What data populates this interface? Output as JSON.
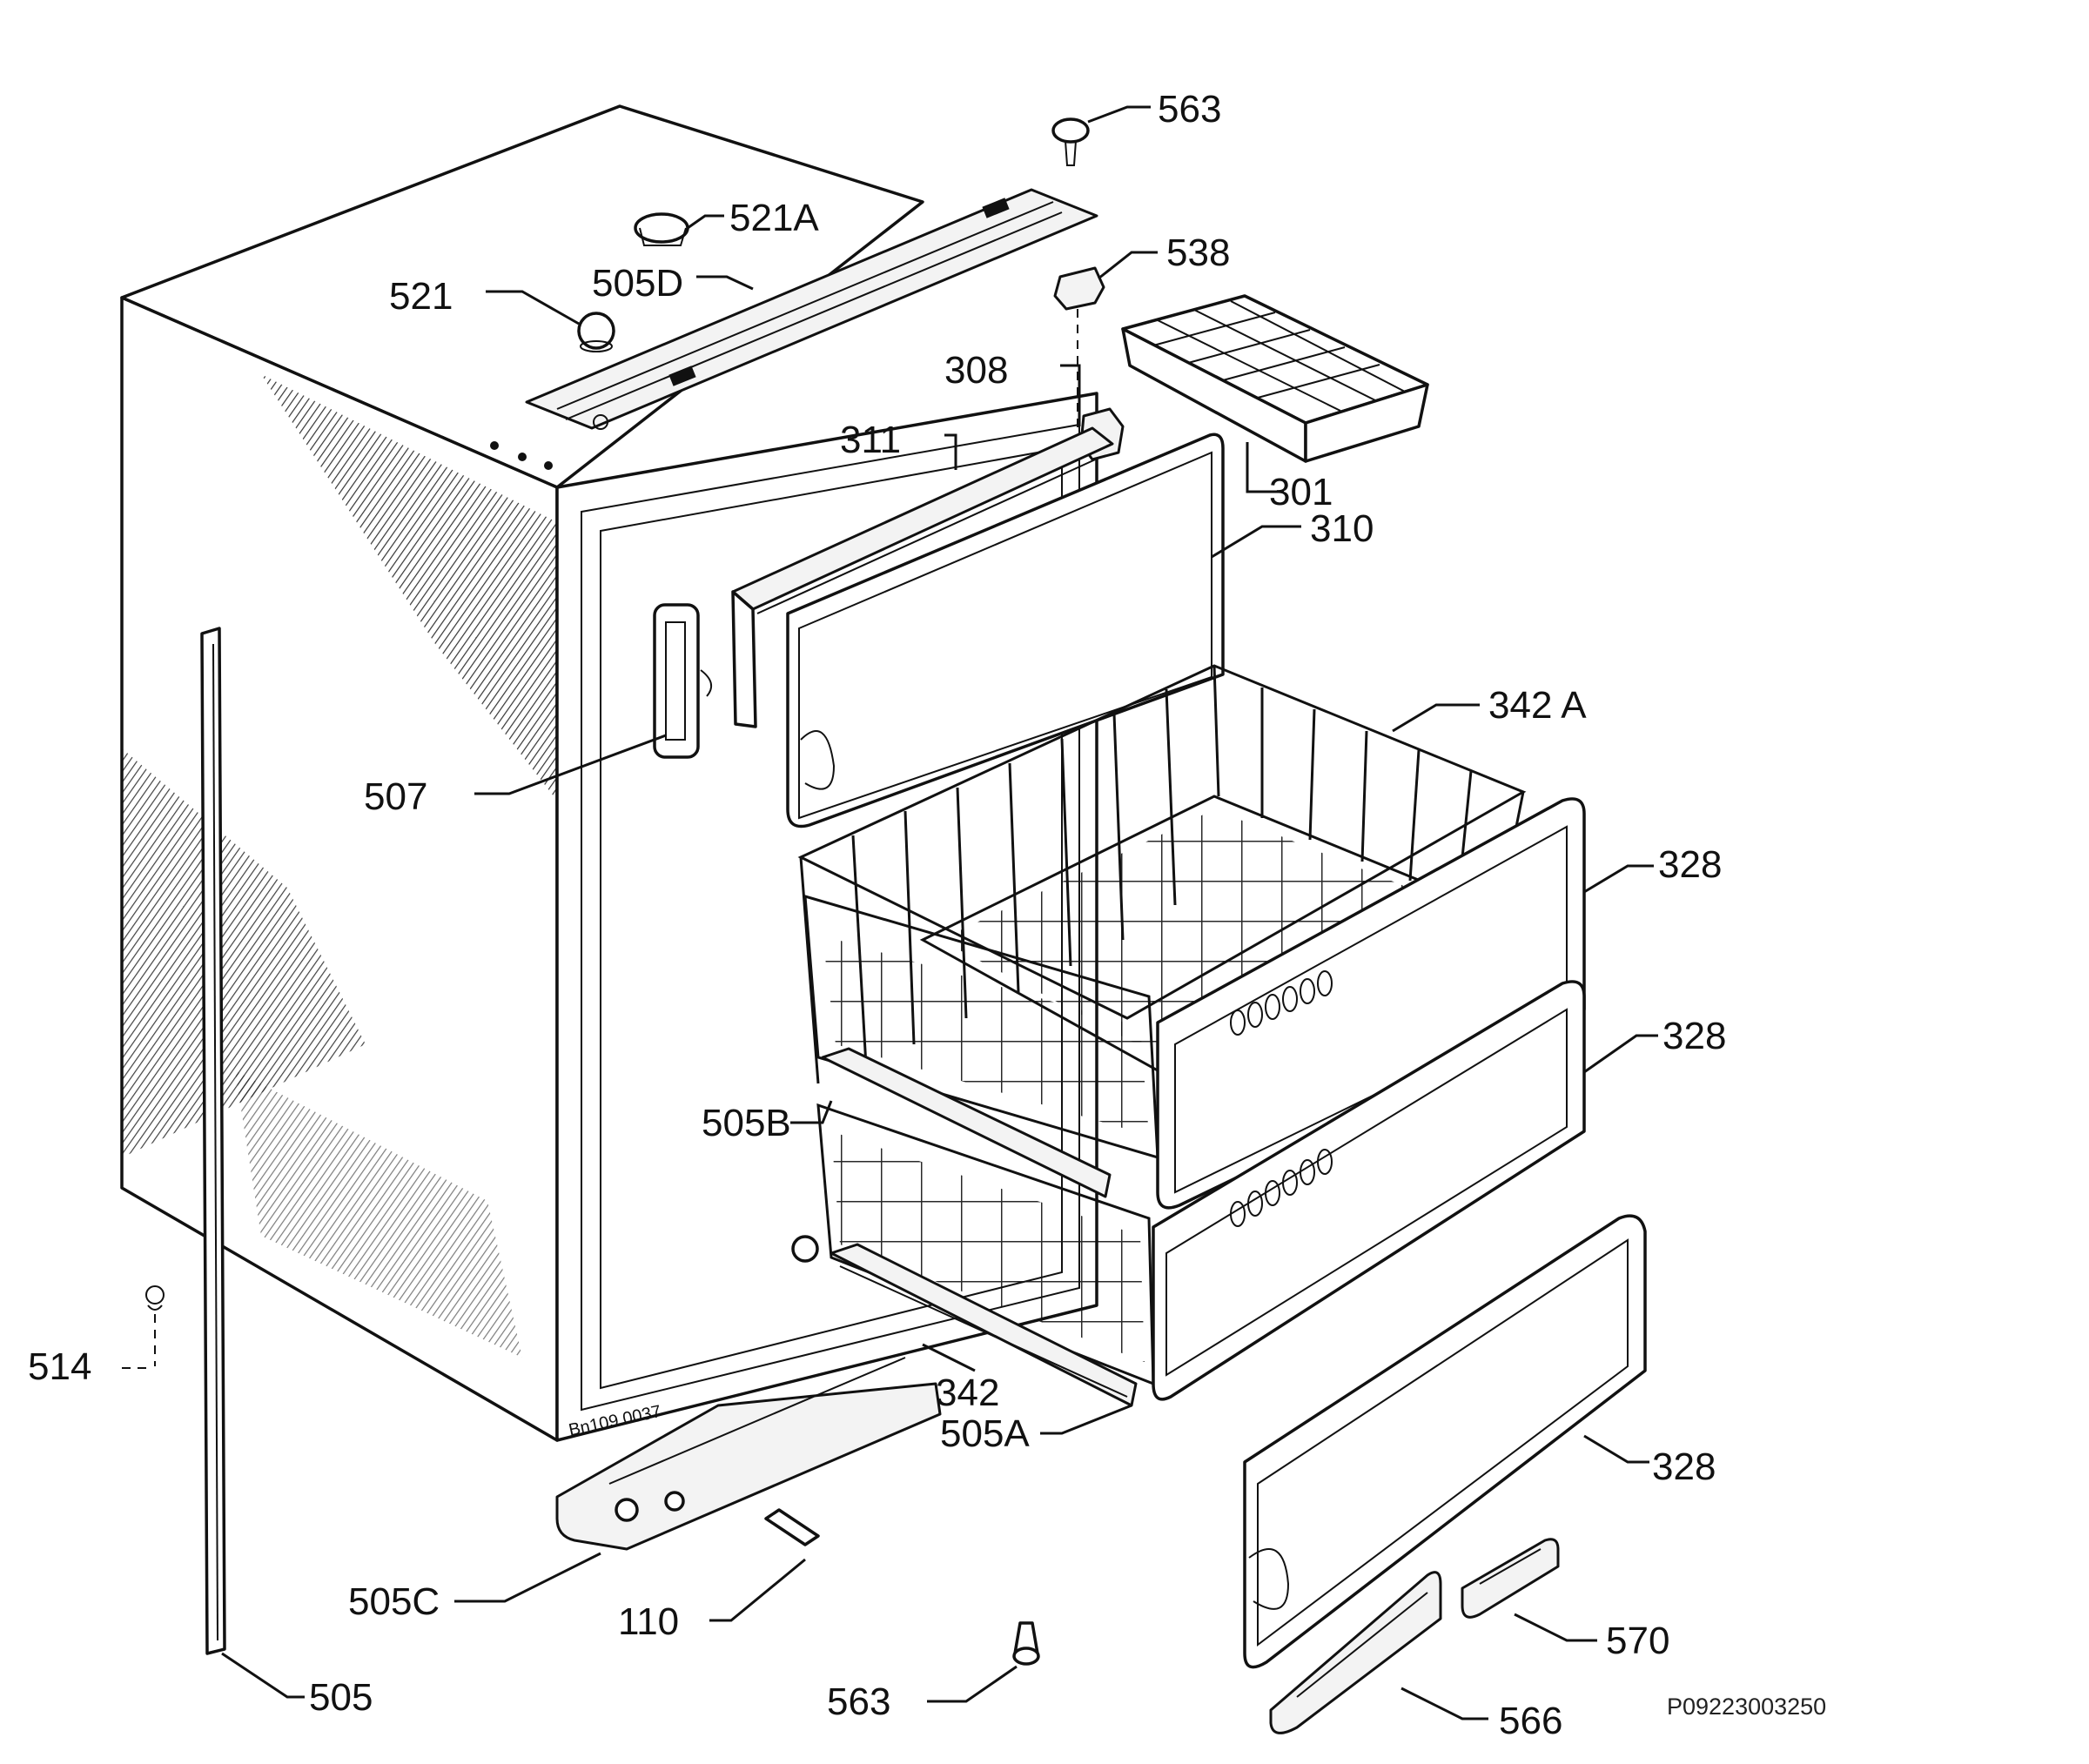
{
  "diagram": {
    "labels": {
      "l563_top": "563",
      "l521a": "521A",
      "l538": "538",
      "l521": "521",
      "l505d": "505D",
      "l308": "308",
      "l311": "311",
      "l301": "301",
      "l310": "310",
      "l342a": "342 A",
      "l507": "507",
      "l328_a": "328",
      "l328_b": "328",
      "l505b": "505B",
      "l514": "514",
      "l342": "342",
      "l505a": "505A",
      "l328_c": "328",
      "l505c": "505C",
      "l110": "110",
      "l570": "570",
      "l505": "505",
      "l563_bottom": "563",
      "l566": "566"
    },
    "reference_code": "P09223003250"
  }
}
